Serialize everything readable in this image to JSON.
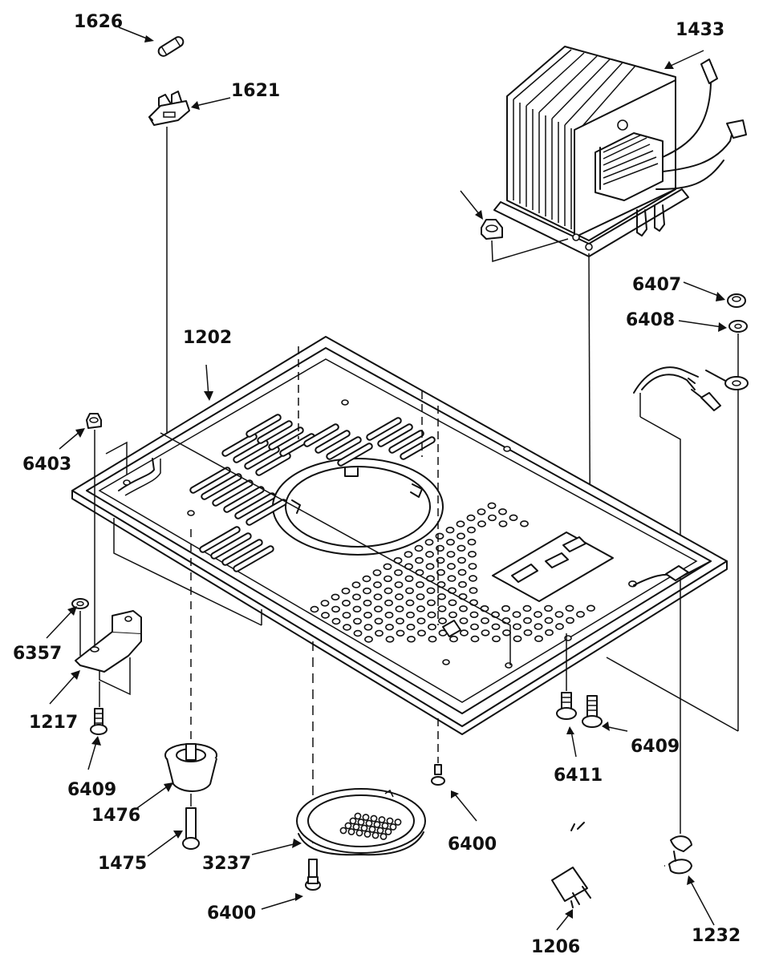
{
  "diagram": {
    "part_labels": {
      "p1626": "1626",
      "p1621": "1621",
      "p1433": "1433",
      "p6407": "6407",
      "p6408": "6408",
      "p1202": "1202",
      "p6403": "6403",
      "p6357": "6357",
      "p1217": "1217",
      "p6409a": "6409",
      "p1476": "1476",
      "p1475": "1475",
      "p3237": "3237",
      "p6400a": "6400",
      "p6400b": "6400",
      "p6411": "6411",
      "p6409b": "6409",
      "p1206": "1206",
      "p1232": "1232"
    }
  }
}
